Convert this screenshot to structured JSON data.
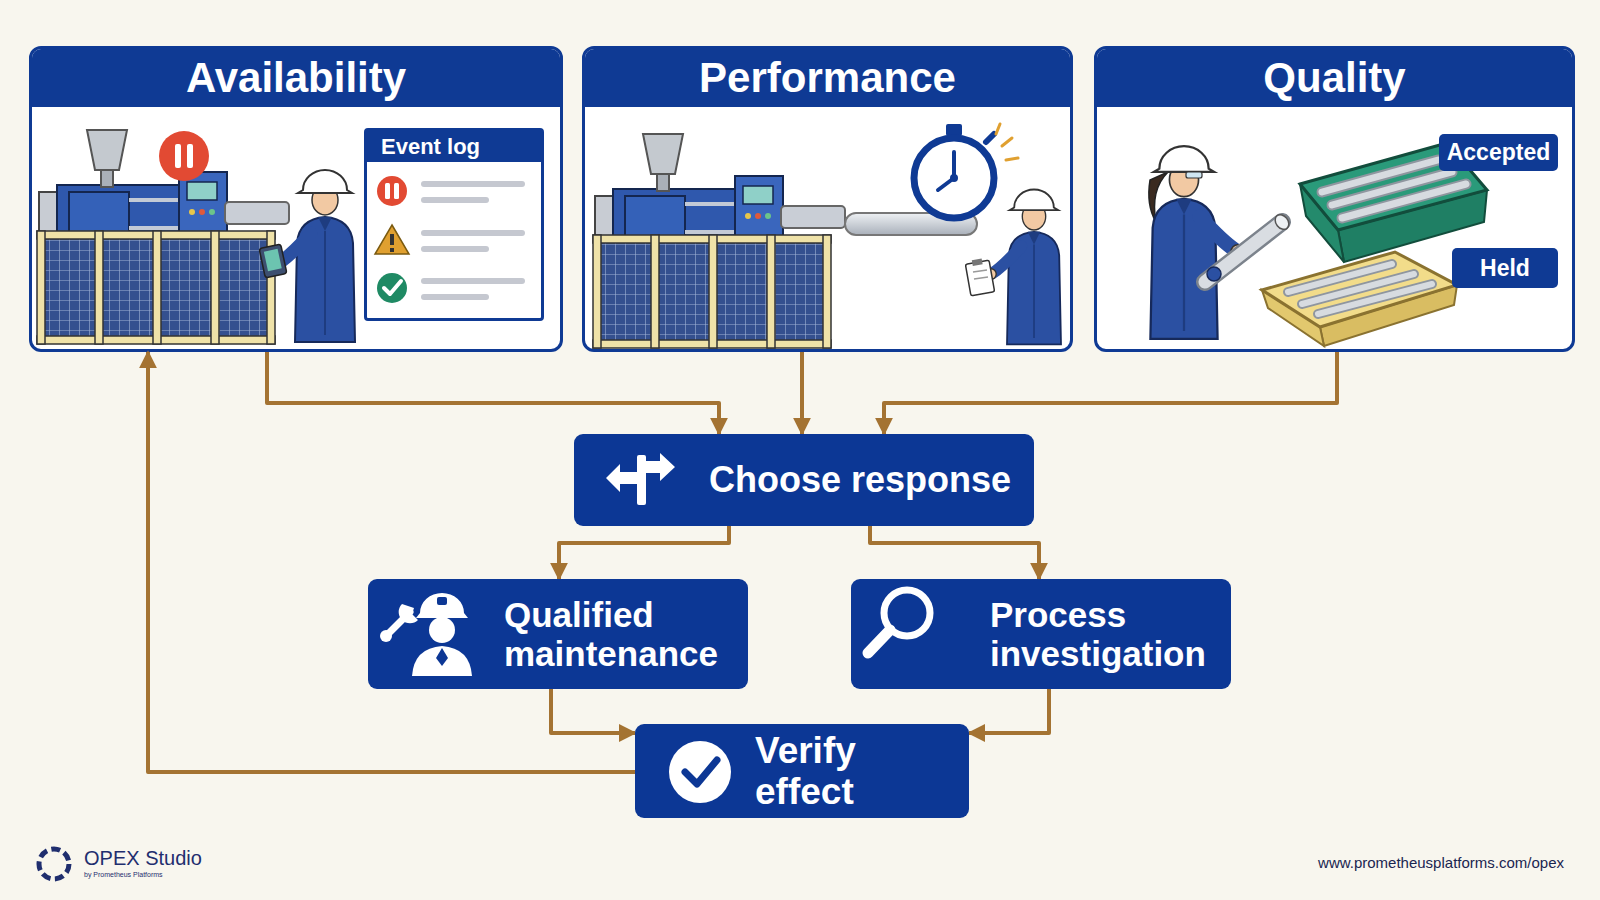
{
  "diagram": {
    "nodes": [
      {
        "text": [
          "Availability"
        ]
      },
      {
        "text": [
          "Event log"
        ],
        "in": 0
      },
      {
        "text": [
          "Performance"
        ]
      },
      {
        "text": [
          "Quality"
        ]
      },
      {
        "text": [
          "Accepted"
        ],
        "in": 3
      },
      {
        "text": [
          "Held"
        ],
        "in": 3
      },
      {
        "text": [
          "Choose response"
        ]
      },
      {
        "text": [
          "Qualified maintenance"
        ]
      },
      {
        "text": [
          "Process investigation"
        ]
      },
      {
        "text": [
          "Verify effect"
        ]
      }
    ],
    "edges": [
      {
        "from": 0,
        "to": 6,
        "arrow": "to"
      },
      {
        "from": 2,
        "to": 6,
        "arrow": "to"
      },
      {
        "from": 3,
        "to": 6,
        "arrow": "to"
      },
      {
        "from": 6,
        "to": 7,
        "arrow": "to"
      },
      {
        "from": 6,
        "to": 8,
        "arrow": "to"
      },
      {
        "from": 7,
        "to": 9,
        "arrow": "to"
      },
      {
        "from": 8,
        "to": 9,
        "arrow": "to"
      },
      {
        "from": 9,
        "to": 0,
        "arrow": "to"
      }
    ],
    "labels": [
      "OPEX Studio",
      "by Prometheus Platforms",
      "www.prometheusplatforms.com/opex"
    ]
  }
}
